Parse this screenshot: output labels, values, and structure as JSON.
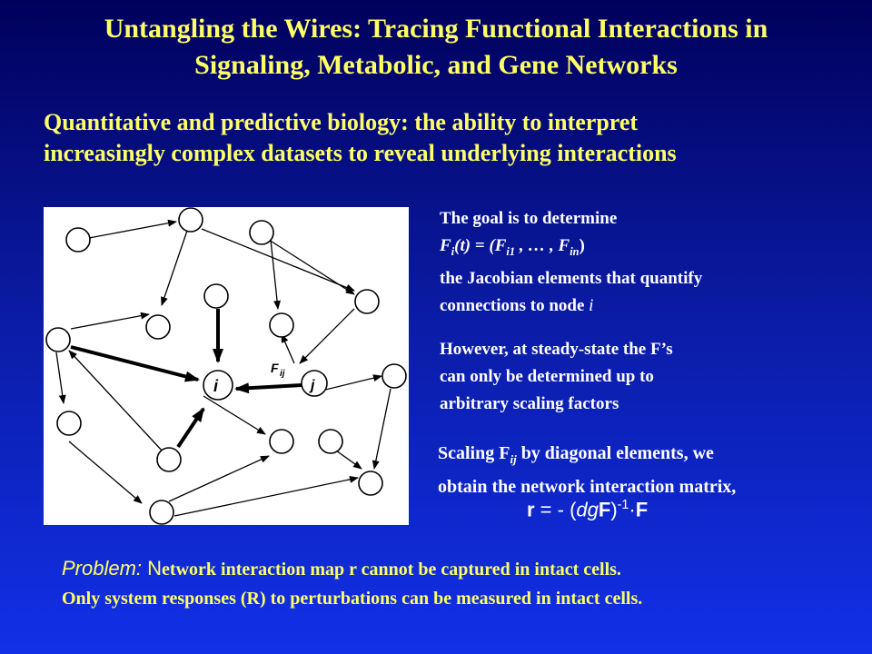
{
  "title": {
    "line1": "Untangling the Wires: Tracing Functional Interactions in",
    "line2": "Signaling, Metabolic, and Gene Networks"
  },
  "subtitle": {
    "line1": "Quantitative and predictive biology: the ability to interpret",
    "line2": "increasingly complex datasets to reveal underlying interactions"
  },
  "diagram": {
    "node_i_label": "i",
    "node_j_label": "j",
    "edge_label": "F",
    "edge_label_sub": "ij"
  },
  "goal": {
    "line1": "The goal is to determine",
    "eq_F": "F",
    "eq_i": "i",
    "eq_t": "(t) = (F",
    "eq_i1": "i1",
    "eq_mid": " , … , F",
    "eq_in": "in",
    "eq_close": ")",
    "line3": "the Jacobian elements that quantify",
    "line4": "connections to node ",
    "line4_node": "i"
  },
  "steady": {
    "line1": "However, at steady-state the F’s",
    "line2": "can only be determined up to",
    "line3": "arbitrary scaling factors"
  },
  "scaling": {
    "line1_a": "Scaling F",
    "line1_sub": "ij",
    "line1_b": " by diagonal elements, we",
    "line2": "obtain the network interaction matrix,"
  },
  "formula": {
    "r": "r",
    "eq": " = - (",
    "dg": "dg",
    "F1": "F",
    "close": ")",
    "sup": "-1",
    "dot": "·",
    "F2": "F"
  },
  "problem": {
    "label": "Problem: ",
    "cap": "N",
    "line1_rest": "etwork interaction map r cannot be captured in intact cells.",
    "line2": "Only system responses (R) to perturbations can be measured in intact cells."
  },
  "colors": {
    "title": "#ffff66",
    "body_text": "#ffffff",
    "bg_top": "#00005c",
    "bg_bottom": "#1230e8"
  }
}
